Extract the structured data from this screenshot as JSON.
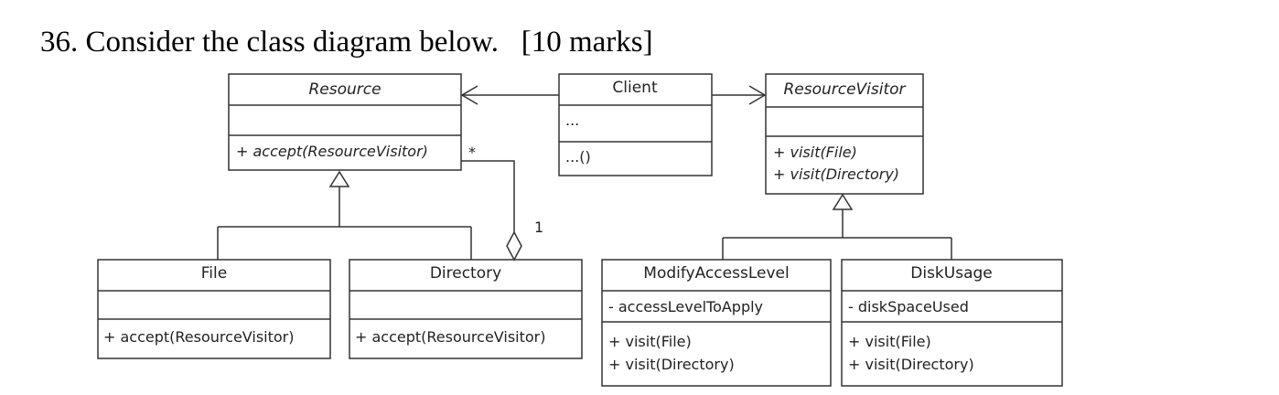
{
  "question": {
    "text": "36. Consider the class diagram below.   [10 marks]"
  },
  "classes": {
    "resource": {
      "name": "Resource",
      "attributes": "",
      "operations": [
        "+ accept(ResourceVisitor)"
      ]
    },
    "client": {
      "name": "Client",
      "attributes": "...",
      "operations": [
        "...()"
      ]
    },
    "resource_visitor": {
      "name": "ResourceVisitor",
      "attributes": "",
      "operations": [
        "+ visit(File)",
        "+ visit(Directory)"
      ]
    },
    "file": {
      "name": "File",
      "attributes": "",
      "operations": [
        "+ accept(ResourceVisitor)"
      ]
    },
    "directory": {
      "name": "Directory",
      "attributes": "",
      "operations": [
        "+ accept(ResourceVisitor)"
      ]
    },
    "modify_access_level": {
      "name": "ModifyAccessLevel",
      "attributes": "- accessLevelToApply",
      "operations": [
        "+ visit(File)",
        "+ visit(Directory)"
      ]
    },
    "disk_usage": {
      "name": "DiskUsage",
      "attributes": "- diskSpaceUsed",
      "operations": [
        "+ visit(File)",
        "+ visit(Directory)"
      ]
    }
  },
  "associations": {
    "resource_many": "*",
    "directory_one": "1"
  }
}
